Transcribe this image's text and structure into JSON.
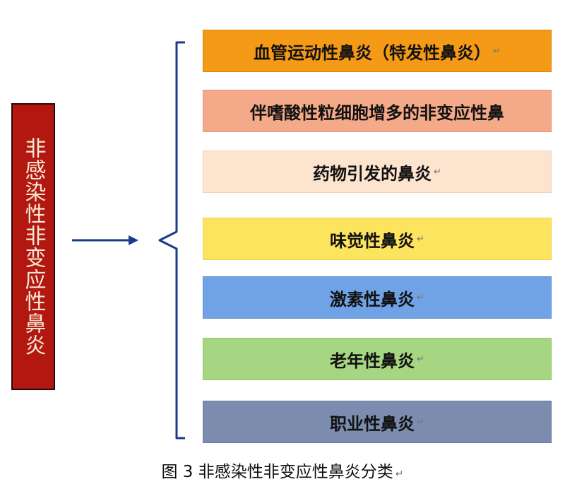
{
  "root": {
    "label": "非感染性非变应性鼻炎"
  },
  "categories": [
    {
      "label": "血管运动性鼻炎（特发性鼻炎）",
      "color": "#f59a16",
      "border": "#d88510"
    },
    {
      "label": "伴嗜酸性粒细胞增多的非变应性鼻",
      "color": "#f4a988",
      "border": "#e59670"
    },
    {
      "label": "药物引发的鼻炎",
      "color": "#fde4cf",
      "border": "#f0d2b8"
    },
    {
      "label": "味觉性鼻炎",
      "color": "#fde45f",
      "border": "#f0d24a"
    },
    {
      "label": "激素性鼻炎",
      "color": "#6fa3e6",
      "border": "#5b8fd4"
    },
    {
      "label": "老年性鼻炎",
      "color": "#a6d682",
      "border": "#92c46e"
    },
    {
      "label": "职业性鼻炎",
      "color": "#7b8cae",
      "border": "#6a7a9c"
    }
  ],
  "connector": {
    "color": "#1a3a8c"
  },
  "caption": "图 3  非感染性非变应性鼻炎分类",
  "return_mark": "↵"
}
